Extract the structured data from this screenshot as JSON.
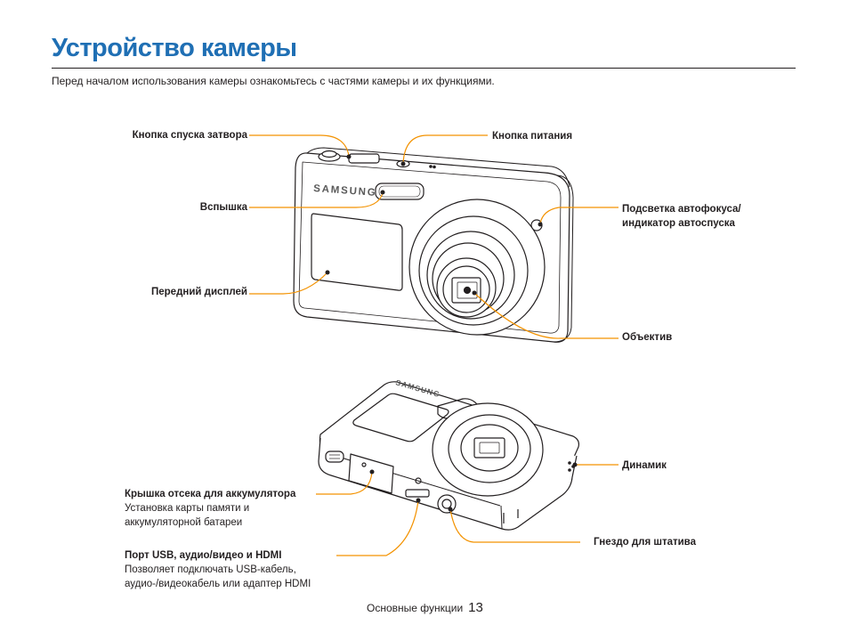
{
  "page": {
    "title": "Устройство камеры",
    "intro": "Перед началом использования камеры ознакомьтесь с частями камеры и их функциями.",
    "footer_section": "Основные функции",
    "page_number": "13"
  },
  "colors": {
    "title": "#1f6fb4",
    "callout": "#f39200",
    "drawing": "#231f20"
  },
  "front_view": {
    "brand": "SAMSUNG",
    "labels": {
      "shutter": "Кнопка спуска затвора",
      "power": "Кнопка питания",
      "flash": "Вспышка",
      "af_lamp_1": "Подсветка автофокуса/",
      "af_lamp_2": "индикатор автоспуска",
      "front_display": "Передний дисплей",
      "lens": "Объектив"
    }
  },
  "bottom_view": {
    "brand": "SAMSUNG",
    "labels": {
      "speaker": "Динамик",
      "battery_cover": "Крышка отсека для аккумулятора",
      "battery_desc_1": "Установка карты памяти и",
      "battery_desc_2": "аккумуляторной батареи",
      "port": "Порт USB, аудио/видео и HDMI",
      "port_desc_1": "Позволяет подключать USB-кабель,",
      "port_desc_2": "аудио-/видеокабель или адаптер HDMI",
      "tripod": "Гнездо для штатива"
    }
  }
}
